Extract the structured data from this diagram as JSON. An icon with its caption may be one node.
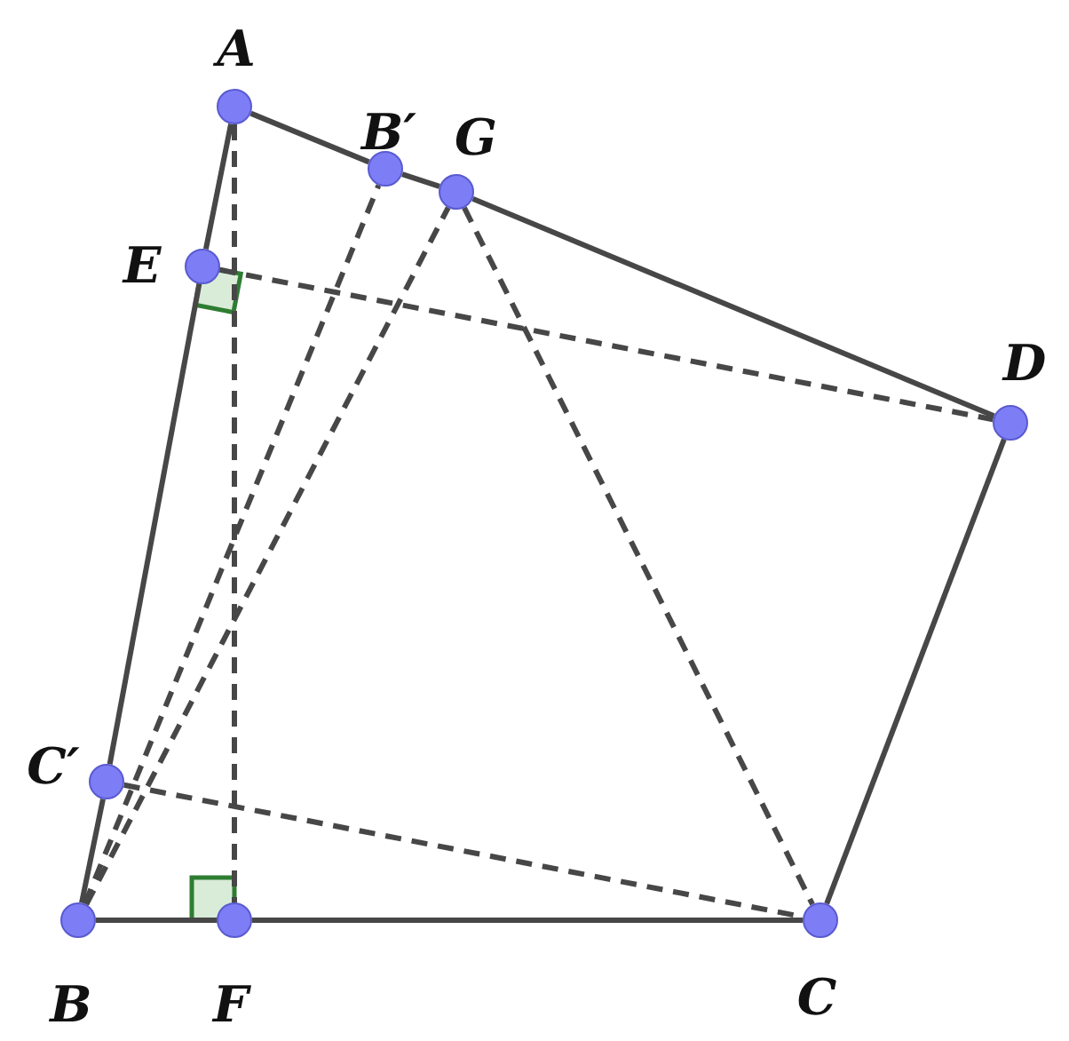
{
  "diagram": {
    "nodes": [
      {
        "text": [],
        "shape": "circle",
        "beside": [
          "A"
        ]
      },
      {
        "text": [],
        "shape": "circle",
        "beside": [
          "B′"
        ]
      },
      {
        "text": [],
        "shape": "circle",
        "beside": [
          "G"
        ]
      },
      {
        "text": [],
        "shape": "circle",
        "beside": [
          "E"
        ]
      },
      {
        "text": [],
        "shape": "circle",
        "beside": [
          "D"
        ]
      },
      {
        "text": [],
        "shape": "circle",
        "beside": [
          "C′"
        ]
      },
      {
        "text": [],
        "shape": "circle",
        "beside": [
          "B"
        ]
      },
      {
        "text": [],
        "shape": "circle",
        "beside": [
          "F"
        ]
      },
      {
        "text": [],
        "shape": "circle",
        "beside": [
          "C"
        ]
      }
    ],
    "edges": [
      {
        "from": 0,
        "to": 1,
        "arrow": "none"
      },
      {
        "from": 1,
        "to": 2,
        "arrow": "none"
      },
      {
        "from": 2,
        "to": 4,
        "arrow": "none"
      },
      {
        "from": 4,
        "to": 8,
        "arrow": "none"
      },
      {
        "from": 8,
        "to": 7,
        "arrow": "none"
      },
      {
        "from": 7,
        "to": 6,
        "arrow": "none"
      },
      {
        "from": 6,
        "to": 5,
        "arrow": "none"
      },
      {
        "from": 5,
        "to": 3,
        "arrow": "none"
      },
      {
        "from": 3,
        "to": 0,
        "arrow": "none"
      },
      {
        "from": 0,
        "to": 7,
        "arrow": "none",
        "style": "dashed"
      },
      {
        "from": 3,
        "to": 4,
        "arrow": "none",
        "style": "dashed"
      },
      {
        "from": 6,
        "to": 2,
        "arrow": "none",
        "style": "dashed"
      },
      {
        "from": 2,
        "to": 8,
        "arrow": "none",
        "style": "dashed"
      },
      {
        "from": 6,
        "to": 1,
        "arrow": "none",
        "style": "dashed"
      },
      {
        "from": 5,
        "to": 8,
        "arrow": "none",
        "style": "dashed"
      }
    ]
  }
}
